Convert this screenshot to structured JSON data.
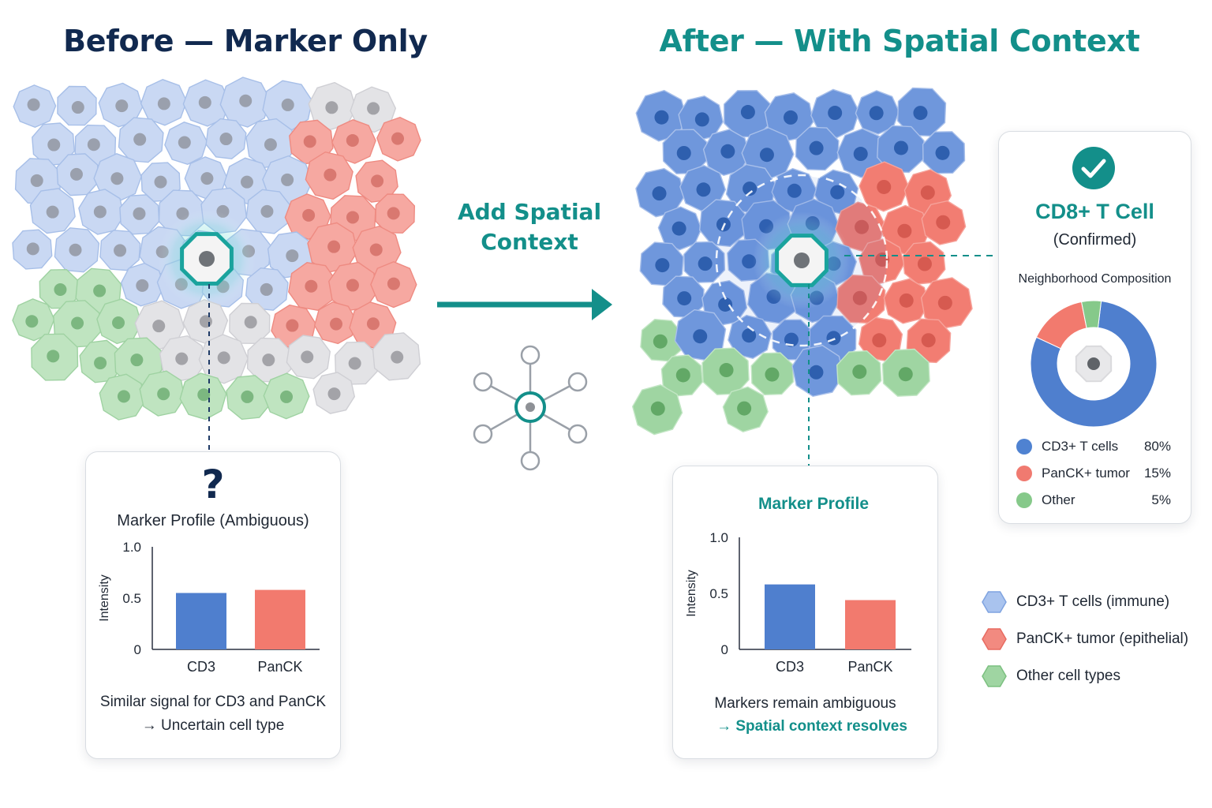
{
  "titles": {
    "before": "Before — Marker Only",
    "after": "After — With Spatial Context"
  },
  "middle": {
    "line1": "Add Spatial",
    "line2": "Context"
  },
  "colors": {
    "navy": "#11294f",
    "teal": "#138f8a",
    "immune_blue": "#4f82d1",
    "tumor_red": "#f07a70",
    "other_green": "#86c98a",
    "neutral_grey": "#d8d8dc"
  },
  "left_card": {
    "question_mark": "?",
    "chart_title": "Marker Profile (Ambiguous)",
    "caption_line1": "Similar signal for CD3 and PanCK",
    "caption_line2": "→ Uncertain cell type"
  },
  "right_card": {
    "chart_title": "Marker Profile",
    "caption_line1": "Markers remain ambiguous",
    "caption_line2": "→ Spatial context resolves"
  },
  "result_card": {
    "check_icon": "check-circle-icon",
    "title": "CD8+ T Cell",
    "subtitle": "(Confirmed)",
    "section_label": "Neighborhood Composition",
    "rows": [
      {
        "name": "CD3+ T cells",
        "percent": "80%",
        "color": "#4f82d1"
      },
      {
        "name": "PanCK+ tumor",
        "percent": "15%",
        "color": "#f07a70"
      },
      {
        "name": "Other",
        "percent": "5%",
        "color": "#86c98a"
      }
    ]
  },
  "legend": [
    {
      "label": "CD3+ T cells (immune)",
      "color": "#a9c3ee",
      "stroke": "#7fa3e0"
    },
    {
      "label": "PanCK+ tumor (epithelial)",
      "color": "#f28a80",
      "stroke": "#e86b61"
    },
    {
      "label": "Other cell types",
      "color": "#9fd5a2",
      "stroke": "#7cc080"
    }
  ],
  "chart_data": [
    {
      "type": "bar",
      "title": "Marker Profile (Ambiguous)",
      "categories": [
        "CD3",
        "PanCK"
      ],
      "values": [
        0.55,
        0.58
      ],
      "colors": [
        "#4f7fce",
        "#f27a6e"
      ],
      "ylabel": "Intensity",
      "ylim": [
        0,
        1.0
      ],
      "yticks": [
        "0",
        "0.5",
        "1.0"
      ]
    },
    {
      "type": "bar",
      "title": "Marker Profile",
      "categories": [
        "CD3",
        "PanCK"
      ],
      "values": [
        0.58,
        0.44
      ],
      "colors": [
        "#4f7fce",
        "#f27a6e"
      ],
      "ylabel": "Intensity",
      "ylim": [
        0,
        1.0
      ],
      "yticks": [
        "0",
        "0.5",
        "1.0"
      ]
    },
    {
      "type": "pie",
      "title": "Neighborhood Composition",
      "categories": [
        "CD3+ T cells",
        "PanCK+ tumor",
        "Other"
      ],
      "values": [
        80,
        15,
        5
      ],
      "colors": [
        "#4f7fce",
        "#f27a6e",
        "#86c98a"
      ]
    }
  ]
}
